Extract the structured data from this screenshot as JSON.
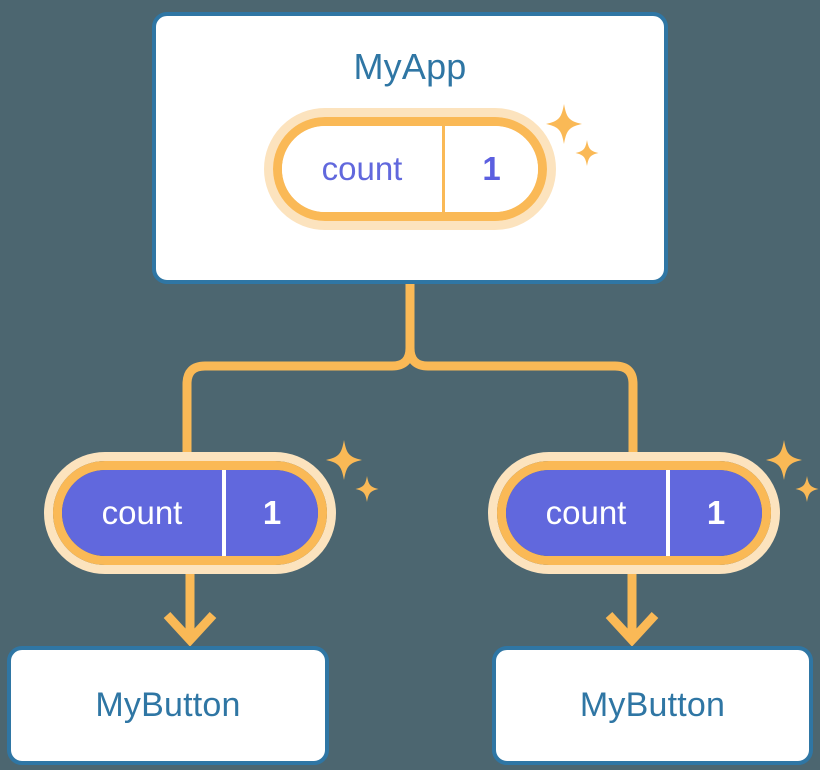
{
  "diagram": {
    "type": "component-state-tree",
    "background_color": "#4c6670",
    "accent_colors": {
      "card_border": "#2f76a4",
      "card_title": "#2f76a4",
      "pill_ring": "#fab956",
      "pill_ring_halo": "#fce3be",
      "state_fill": "#6168dd",
      "state_text_on_white": "#5b5fe0",
      "connector": "#fab956"
    }
  },
  "app": {
    "title": "MyApp",
    "state": {
      "key": "count",
      "value": "1"
    },
    "sparkle": "sparkle-icon"
  },
  "children": [
    {
      "state": {
        "key": "count",
        "value": "1"
      },
      "title": "MyButton",
      "sparkle": "sparkle-icon"
    },
    {
      "state": {
        "key": "count",
        "value": "1"
      },
      "title": "MyButton",
      "sparkle": "sparkle-icon"
    }
  ]
}
